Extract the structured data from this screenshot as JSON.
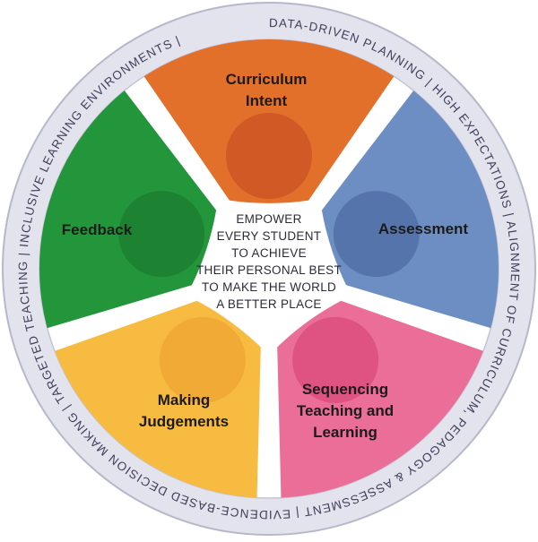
{
  "ring": {
    "items": [
      "DATA-DRIVEN PLANNING",
      "HIGH EXPECTATIONS",
      "ALIGNMENT OF CURRICULUM, PEDAGOGY & ASSESSMENT",
      "EVIDENCE-BASED DECISION MAKING",
      "TARGETED TEACHING",
      "INCLUSIVE LEARNING ENVIRONMENTS"
    ],
    "separator": "|"
  },
  "segments": [
    {
      "key": "curriculum",
      "lines": [
        "Curriculum",
        "Intent"
      ],
      "color": "#e26f2a",
      "inner_color": "#cc5624"
    },
    {
      "key": "assessment",
      "lines": [
        "Assessment"
      ],
      "color": "#6c8ec2",
      "inner_color": "#5170a7"
    },
    {
      "key": "sequencing",
      "lines": [
        "Sequencing",
        "Teaching and",
        "Learning"
      ],
      "color": "#ea6e97",
      "inner_color": "#dc4f7c"
    },
    {
      "key": "judgements",
      "lines": [
        "Making",
        "Judgements"
      ],
      "color": "#f7bb41",
      "inner_color": "#eea734"
    },
    {
      "key": "feedback",
      "lines": [
        "Feedback"
      ],
      "color": "#23963b",
      "inner_color": "#1c7f30"
    }
  ],
  "center": {
    "lines": [
      "EMPOWER",
      "EVERY STUDENT",
      "TO ACHIEVE",
      "THEIR PERSONAL BEST",
      "TO MAKE THE WORLD",
      "A BETTER PLACE"
    ]
  },
  "colors": {
    "ring_fill": "#e3e3ee",
    "ring_border": "#b7b7cc",
    "inner_disc": "#ffffff"
  }
}
